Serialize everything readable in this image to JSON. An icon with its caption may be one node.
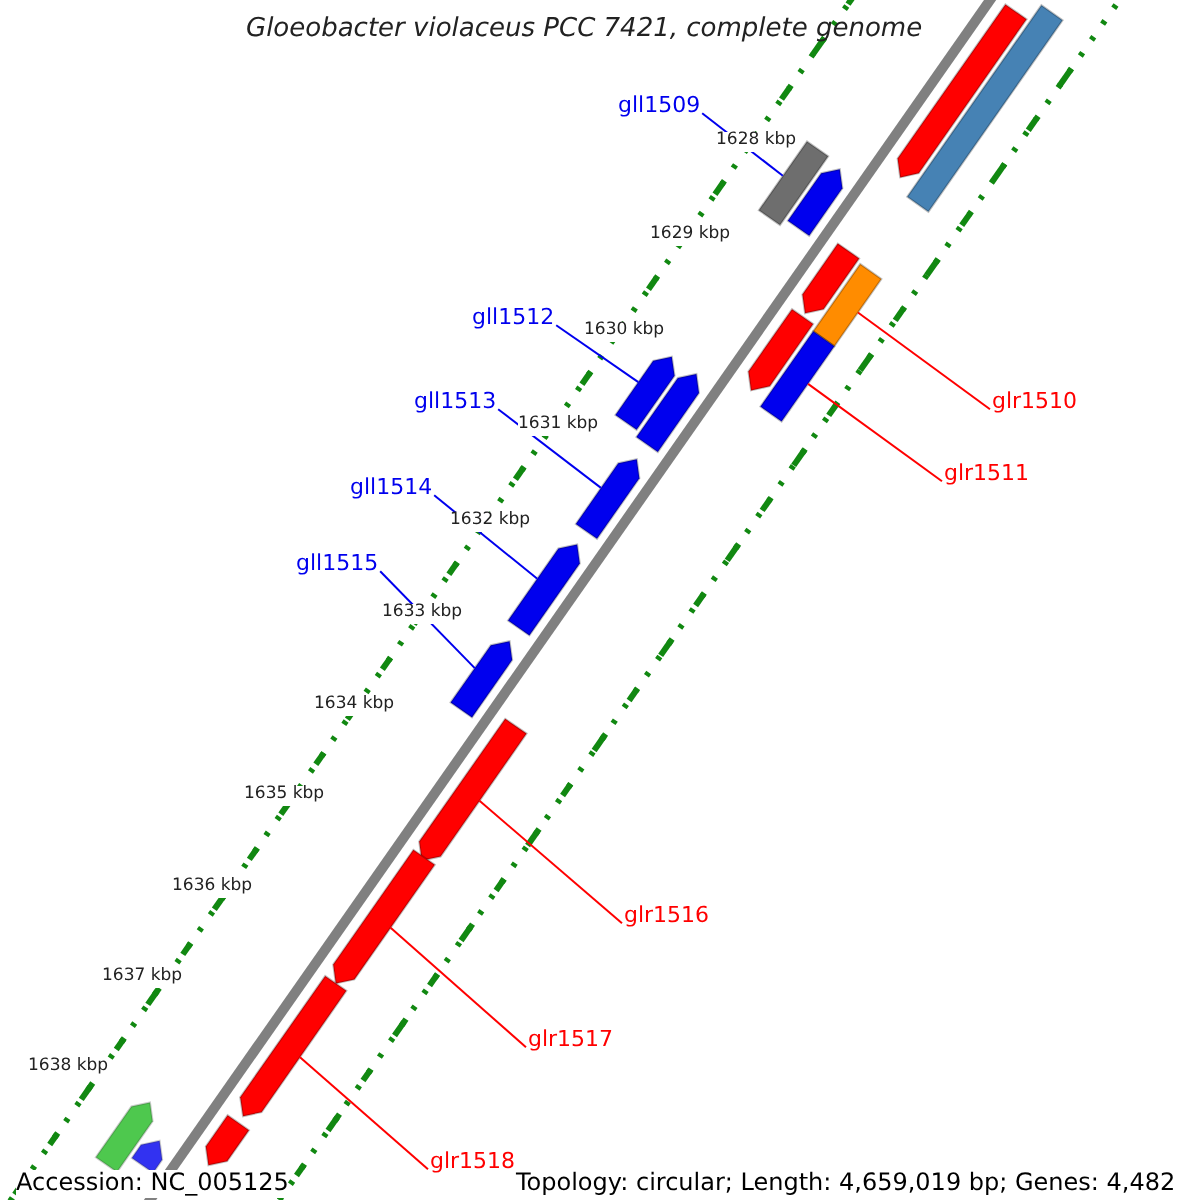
{
  "diagram": {
    "title": "Gloeobacter violaceus PCC 7421, complete genome",
    "nodes": [
      {
        "text": [
          "gll1509"
        ]
      },
      {
        "text": [],
        "shape": "bar"
      },
      {
        "text": [
          "gll1512"
        ]
      },
      {
        "text": [],
        "shape": "arrow"
      },
      {
        "text": [
          "gll1513"
        ]
      },
      {
        "text": [],
        "shape": "arrow"
      },
      {
        "text": [
          "gll1514"
        ]
      },
      {
        "text": [],
        "shape": "arrow"
      },
      {
        "text": [
          "gll1515"
        ]
      },
      {
        "text": [],
        "shape": "arrow"
      },
      {
        "text": [
          "glr1510"
        ]
      },
      {
        "text": [],
        "shape": "bar"
      },
      {
        "text": [
          "glr1511"
        ]
      },
      {
        "text": [],
        "shape": "arrow"
      },
      {
        "text": [
          "glr1516"
        ]
      },
      {
        "text": [],
        "shape": "arrow"
      },
      {
        "text": [
          "glr1517"
        ]
      },
      {
        "text": [],
        "shape": "arrow"
      },
      {
        "text": [
          "glr1518"
        ]
      },
      {
        "text": [],
        "shape": "arrow"
      },
      {
        "text": [],
        "shape": "arrow"
      },
      {
        "text": [],
        "shape": "bar"
      },
      {
        "text": [],
        "shape": "arrow"
      },
      {
        "text": [],
        "shape": "arrow"
      },
      {
        "text": [],
        "shape": "arrow"
      },
      {
        "text": [],
        "shape": "arrow"
      },
      {
        "text": [],
        "shape": "arrow"
      },
      {
        "text": [],
        "shape": "arrow"
      },
      {
        "text": [],
        "shape": "arrow"
      }
    ],
    "edges": [
      {
        "from": 0,
        "to": 1,
        "arrow": "none"
      },
      {
        "from": 2,
        "to": 3,
        "arrow": "none"
      },
      {
        "from": 4,
        "to": 5,
        "arrow": "none"
      },
      {
        "from": 6,
        "to": 7,
        "arrow": "none"
      },
      {
        "from": 8,
        "to": 9,
        "arrow": "none"
      },
      {
        "from": 10,
        "to": 11,
        "arrow": "none",
        "color": "#ff0000"
      },
      {
        "from": 12,
        "to": 13,
        "arrow": "none",
        "color": "#ff0000"
      },
      {
        "from": 14,
        "to": 15,
        "arrow": "none",
        "color": "#ff0000"
      },
      {
        "from": 16,
        "to": 17,
        "arrow": "none",
        "color": "#ff0000"
      },
      {
        "from": 18,
        "to": 19,
        "arrow": "none",
        "color": "#ff0000"
      }
    ],
    "labels": [
      "1628 kbp",
      "1629 kbp",
      "1630 kbp",
      "1631 kbp",
      "1632 kbp",
      "1633 kbp",
      "1634 kbp",
      "1635 kbp",
      "1636 kbp",
      "1637 kbp",
      "1638 kbp",
      "Accession: NC_005125",
      "Topology: circular; Length: 4,659,019 bp; Genes: 4,482"
    ]
  }
}
